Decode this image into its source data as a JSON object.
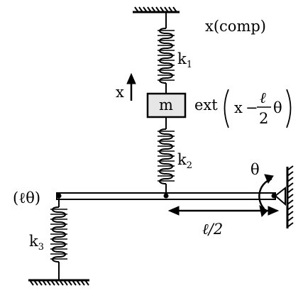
{
  "labels": {
    "x_comp": "x(comp)",
    "k1": "k",
    "k1_sub": "1",
    "k2": "k",
    "k2_sub": "2",
    "k3": "k",
    "k3_sub": "3",
    "mass": "m",
    "x_arrow": "x",
    "ext": "ext",
    "ext_x": "x",
    "ext_minus": "−",
    "ext_ell": "ℓ",
    "ext_two": "2",
    "ext_theta": "θ",
    "theta": "θ",
    "ell_theta": "(ℓθ)",
    "ell_half": "ℓ/2"
  }
}
